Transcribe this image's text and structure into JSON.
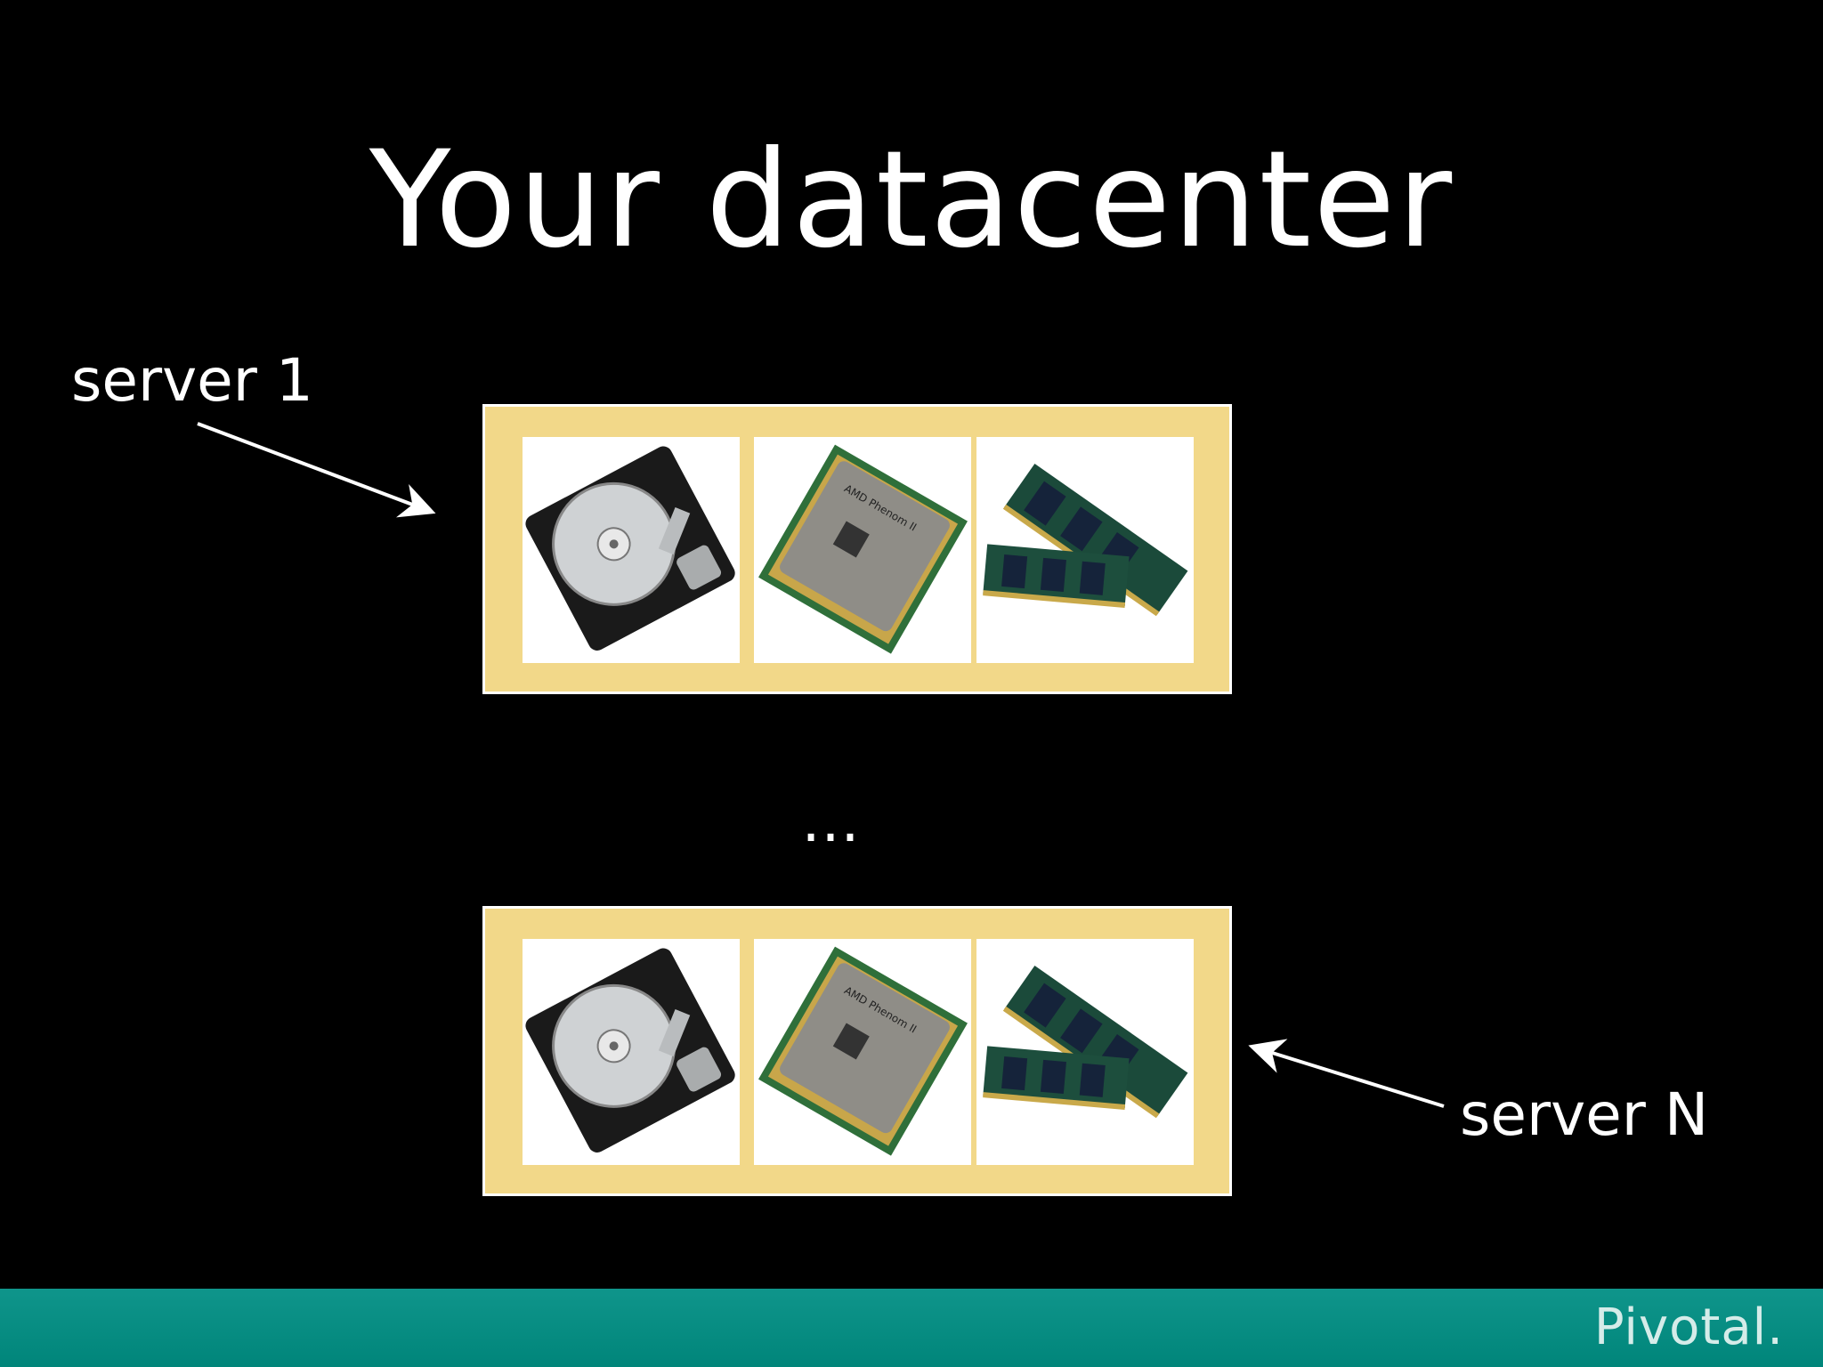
{
  "slide": {
    "title": "Your datacenter",
    "first_server_label": "server 1",
    "last_server_label": "server N",
    "ellipsis": "…",
    "brand": "Pivotal.",
    "components": [
      "hard-drive",
      "cpu",
      "ram"
    ]
  },
  "colors": {
    "background": "#000000",
    "server_box": "#f2d889",
    "footer": "#00857a",
    "text": "#ffffff"
  }
}
